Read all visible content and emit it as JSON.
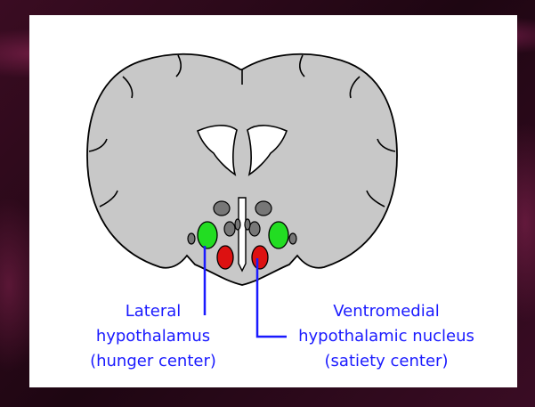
{
  "labels": {
    "lateral_line1": "Lateral",
    "lateral_line2": "hypothalamus",
    "lateral_line3": "(hunger center)",
    "ventromedial_line1": "Ventromedial",
    "ventromedial_line2": "hypothalamic nucleus",
    "ventromedial_line3": "(satiety center)"
  },
  "colors": {
    "brain": "#c8c8c8",
    "outline": "#000000",
    "lateral_hypothalamus": "#22dd22",
    "ventromedial_nucleus": "#dd1111",
    "label_text": "#1a1aff",
    "leader_line": "#1a1aff"
  }
}
